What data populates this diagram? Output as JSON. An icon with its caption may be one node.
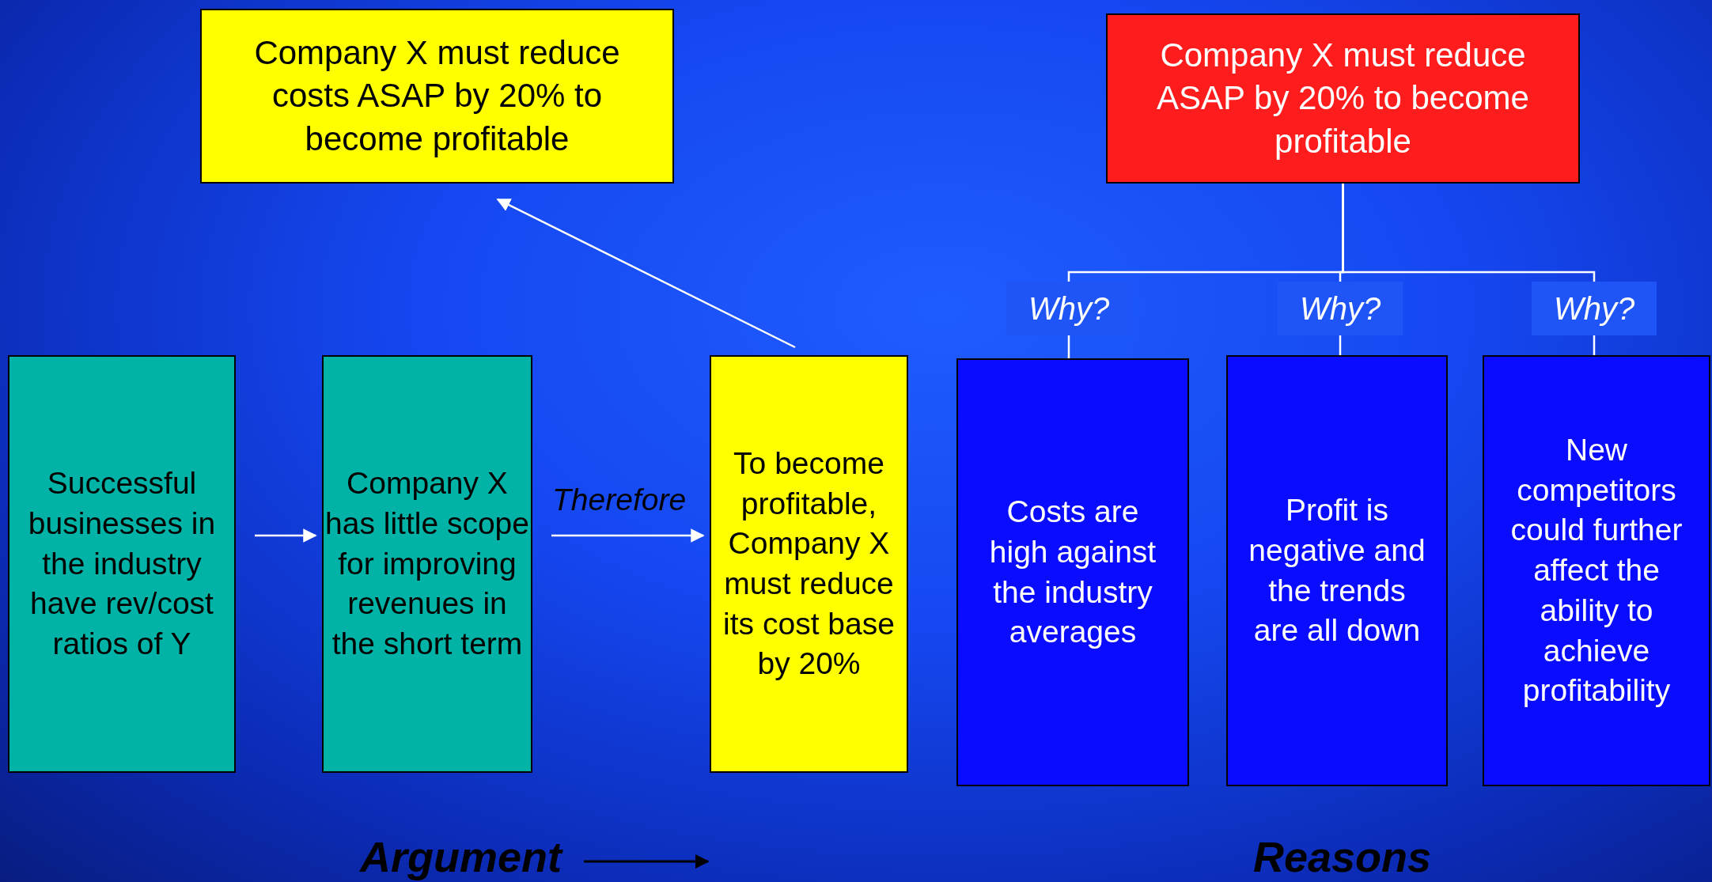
{
  "diagram": {
    "nodes": [
      {
        "text": [
          "Company X must reduce costs ASAP by 20% to become profitable"
        ]
      },
      {
        "text": [
          "Company X must reduce ASAP by 20% to become profitable"
        ]
      },
      {
        "text": [
          "Why?"
        ]
      },
      {
        "text": [
          "Why?"
        ]
      },
      {
        "text": [
          "Why?"
        ]
      },
      {
        "text": [
          "Successful businesses in the industry have rev/cost ratios of Y"
        ]
      },
      {
        "text": [
          "Company X has little scope for improving revenues in the short term"
        ]
      },
      {
        "text": [
          "To become profitable, Company X must reduce its cost base by 20%"
        ]
      },
      {
        "text": [
          "Costs are high against the industry averages"
        ]
      },
      {
        "text": [
          "Profit is negative and the trends are all down"
        ]
      },
      {
        "text": [
          "New competitors could further affect the ability to achieve profitability"
        ]
      }
    ],
    "edges": [
      {
        "from": 5,
        "to": 6,
        "arrow": "to"
      },
      {
        "from": 6,
        "to": 7,
        "arrow": "to",
        "label": "Therefore"
      },
      {
        "from": 7,
        "to": 0,
        "arrow": "to"
      },
      {
        "from": 1,
        "to": 2,
        "arrow": "none"
      },
      {
        "from": 1,
        "to": 3,
        "arrow": "none"
      },
      {
        "from": 1,
        "to": 4,
        "arrow": "none"
      },
      {
        "from": 2,
        "to": 8,
        "arrow": "none"
      },
      {
        "from": 3,
        "to": 9,
        "arrow": "none"
      },
      {
        "from": 4,
        "to": 10,
        "arrow": "none"
      }
    ],
    "labels": [
      "Argument",
      "Reasons"
    ]
  }
}
